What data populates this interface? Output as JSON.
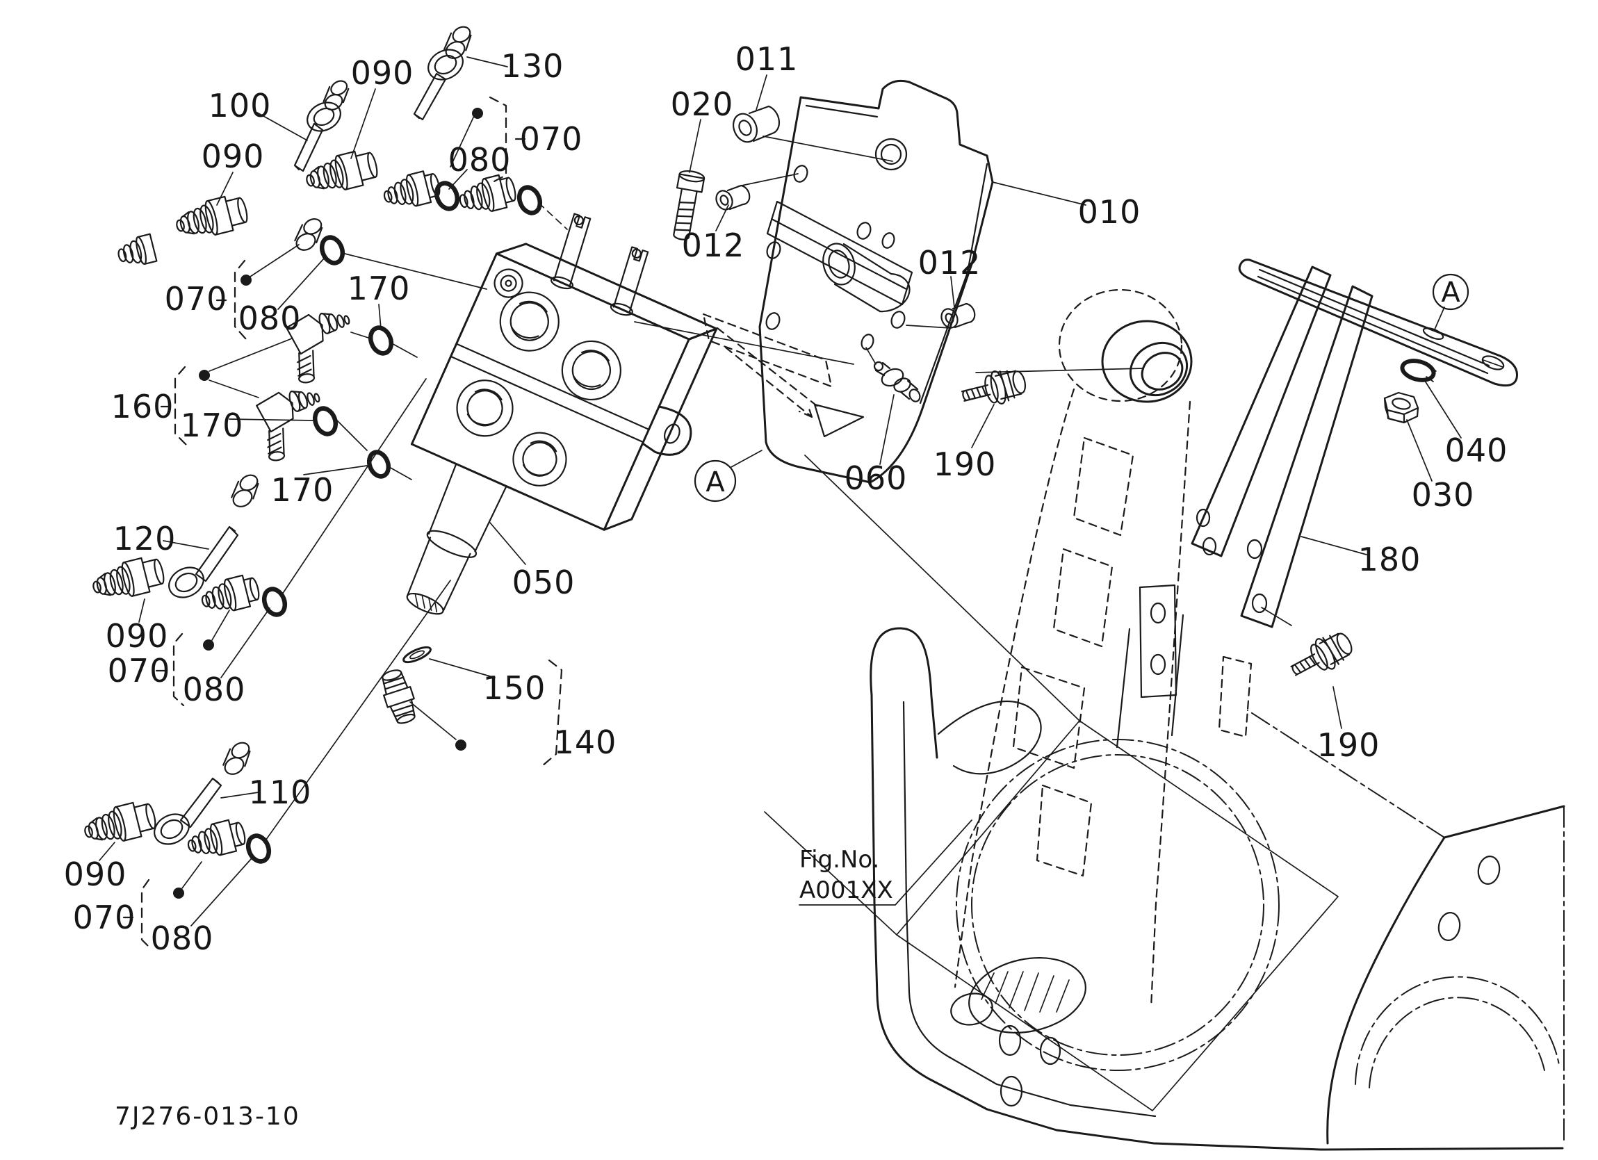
{
  "diagram": {
    "callouts": [
      {
        "text": "090"
      },
      {
        "text": "130"
      },
      {
        "text": "100"
      },
      {
        "text": "090"
      },
      {
        "text": "070"
      },
      {
        "text": "080"
      },
      {
        "text": "070"
      },
      {
        "text": "080"
      },
      {
        "text": "170"
      },
      {
        "text": "160"
      },
      {
        "text": "170"
      },
      {
        "text": "170"
      },
      {
        "text": "120"
      },
      {
        "text": "090"
      },
      {
        "text": "070"
      },
      {
        "text": "080"
      },
      {
        "text": "110"
      },
      {
        "text": "090"
      },
      {
        "text": "070"
      },
      {
        "text": "080"
      },
      {
        "text": "050"
      },
      {
        "text": "150"
      },
      {
        "text": "140"
      },
      {
        "text": "011"
      },
      {
        "text": "020"
      },
      {
        "text": "012"
      },
      {
        "text": "010"
      },
      {
        "text": "012"
      },
      {
        "text": "060"
      },
      {
        "text": "190"
      },
      {
        "text": "040"
      },
      {
        "text": "030"
      },
      {
        "text": "180"
      },
      {
        "text": "190"
      }
    ],
    "detail_markers": [
      {
        "letter": "A"
      },
      {
        "letter": "A"
      }
    ],
    "figure_ref": {
      "label": "Fig.No.",
      "value": "A001XX"
    },
    "drawing_code": "7J276-013-10",
    "colors": {
      "line": "#1a1a1a",
      "background": "#ffffff"
    }
  }
}
